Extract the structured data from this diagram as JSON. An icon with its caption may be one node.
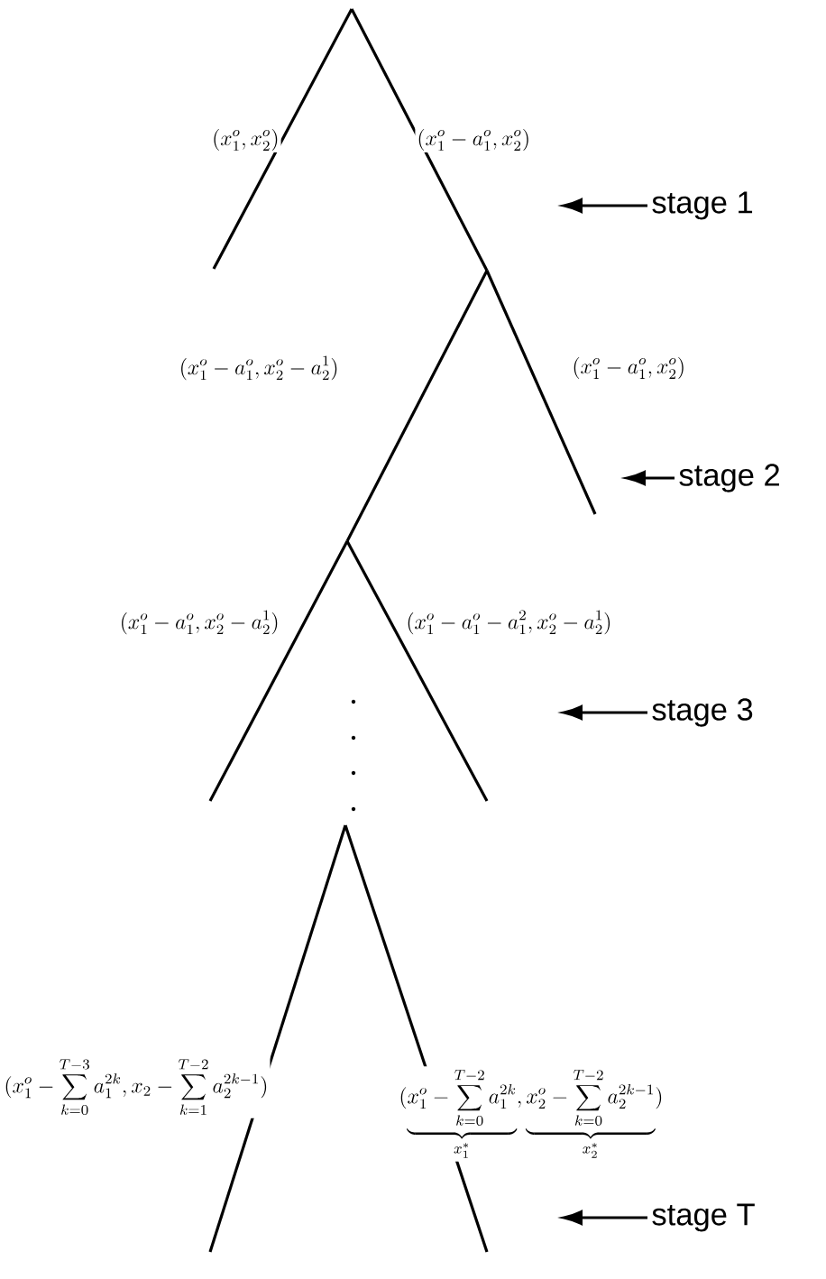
{
  "diagram": {
    "nodes": [
      {
        "text": [
          "stage 1"
        ]
      },
      {
        "text": [
          "stage 2"
        ]
      },
      {
        "text": [
          "stage 3"
        ]
      },
      {
        "text": [
          "stage T"
        ]
      }
    ],
    "edges": [
      {
        "from": 0,
        "to": null,
        "arrow": "to"
      },
      {
        "from": 1,
        "to": null,
        "arrow": "to"
      },
      {
        "from": 2,
        "to": null,
        "arrow": "to"
      },
      {
        "from": 3,
        "to": null,
        "arrow": "to"
      }
    ],
    "labels": [
      "(x_1^o,x_2^o)",
      "(x_1^o-a_1^o,x_2^o)",
      "(x_1^o-a_1^o,x_2^o-a_2^1)",
      "(x_1^o-a_1^o,x_2^o)",
      "(x_1^o-a_1^o,x_2^o-a_2^1)",
      "(x_1^o-a_1^o-a_1^2,x_2^o-a_2^1)",
      "(x_1^o-\\sum_{k=0}^{T-3}a_1^{2k},x_2-\\sum_{k=1}^{T-2}a_2^{2k-1})",
      "(\\underbrace{x_1^o-\\sum_{k=0}^{T-2}a_1^{2k}}_{x_1^*},\\underbrace{x_2^o-\\sum_{k=0}^{T-2}a_2^{2k-1}}_{x_2^*})"
    ]
  }
}
